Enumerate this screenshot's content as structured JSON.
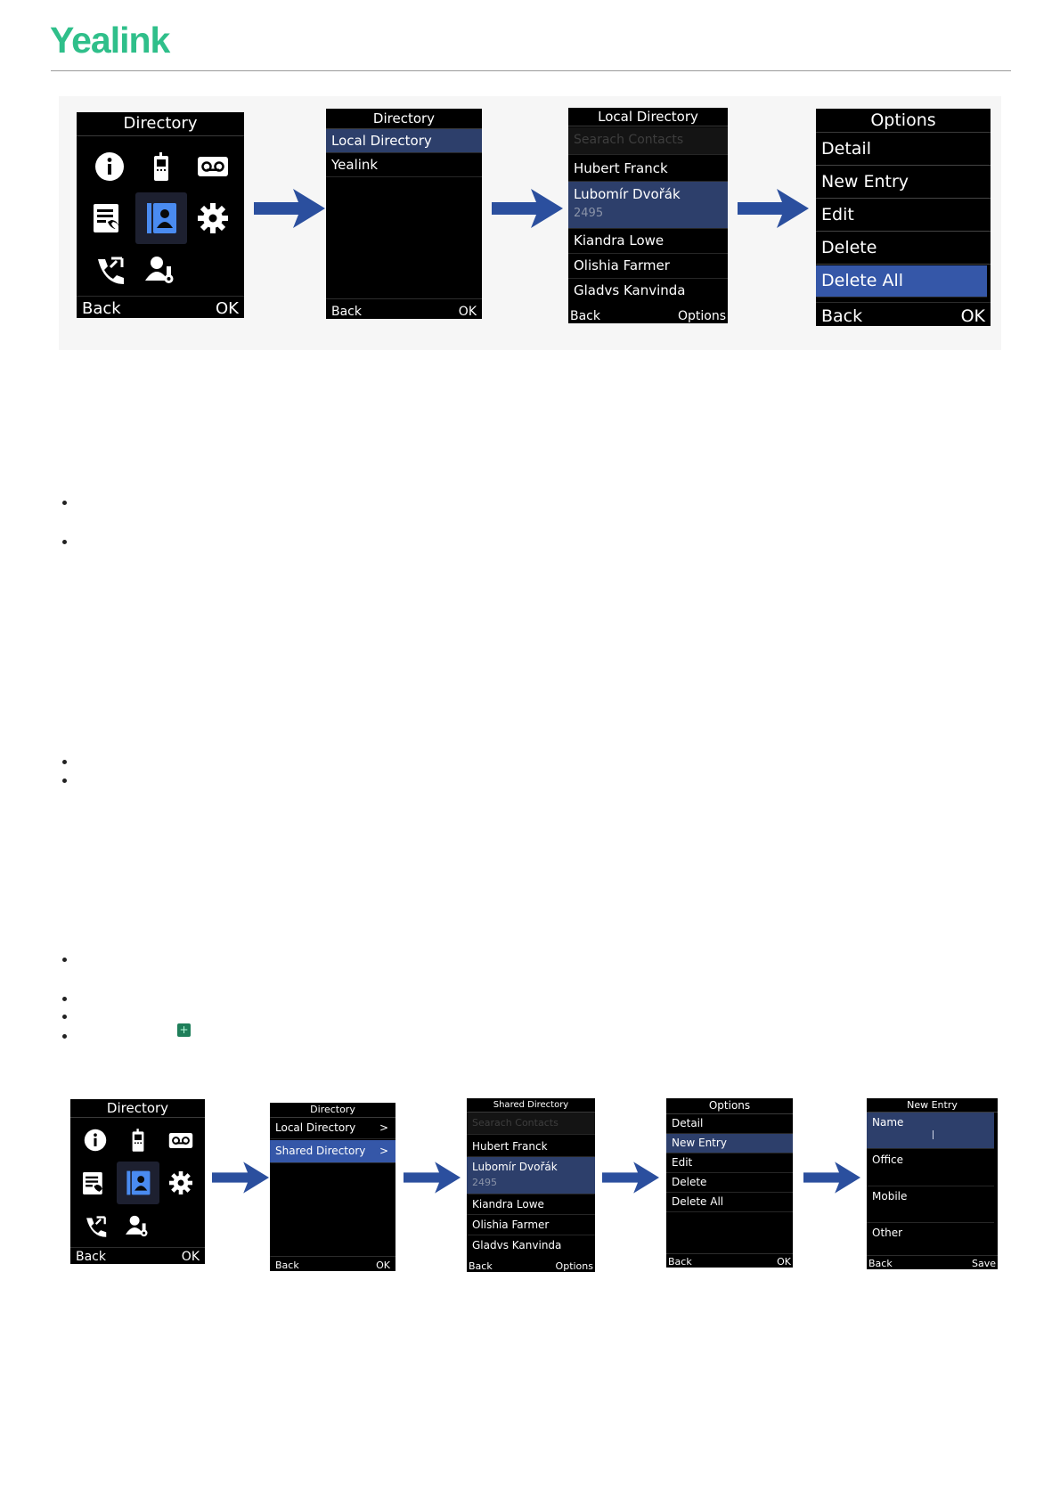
{
  "brand": {
    "logo": "Yealink",
    "accent": "#2fbf8a"
  },
  "colors": {
    "highlight": "#2d3f6b",
    "highlight_bright": "#3557a8",
    "arrow": "#2b4f9e"
  },
  "figure1": {
    "menu": {
      "title": "Directory",
      "back": "Back",
      "ok": "OK",
      "icons": [
        "info-icon",
        "handset-icon",
        "voicemail-icon",
        "call-log-icon",
        "directory-icon",
        "settings-icon",
        "intercom-icon",
        "user-settings-icon"
      ]
    },
    "directory": {
      "title": "Directory",
      "items": [
        "Local Directory",
        "Yealink"
      ],
      "back": "Back",
      "ok": "OK"
    },
    "local": {
      "title": "Local Directory",
      "search": "Searach Contacts",
      "contacts": [
        "Hubert Franck",
        "Lubomír Dvořák",
        "Kiandra Lowe",
        "Olishia Farmer",
        "Gladvs Kanvinda"
      ],
      "selected_number": "2495",
      "back": "Back",
      "options": "Options"
    },
    "options": {
      "title": "Options",
      "items": [
        "Detail",
        "New Entry",
        "Edit",
        "Delete",
        "Delete All"
      ],
      "back": "Back",
      "ok": "OK"
    }
  },
  "figure2": {
    "menu": {
      "title": "Directory",
      "back": "Back",
      "ok": "OK"
    },
    "directory": {
      "title": "Directory",
      "items": [
        "Local Directory",
        "Shared Directory"
      ],
      "chevron": ">",
      "back": "Back",
      "ok": "OK"
    },
    "shared": {
      "title": "Shared Directory",
      "search": "Searach Contacts",
      "contacts": [
        "Hubert Franck",
        "Lubomír Dvořák",
        "Kiandra Lowe",
        "Olishia Farmer",
        "Gladvs Kanvinda"
      ],
      "selected_number": "2495",
      "back": "Back",
      "options": "Options"
    },
    "options": {
      "title": "Options",
      "items": [
        "Detail",
        "New Entry",
        "Edit",
        "Delete",
        "Delete All"
      ],
      "back": "Back",
      "ok": "OK"
    },
    "new_entry": {
      "title": "New Entry",
      "fields": [
        "Name",
        "Office",
        "Mobile",
        "Other"
      ],
      "back": "Back",
      "save": "Save"
    }
  }
}
